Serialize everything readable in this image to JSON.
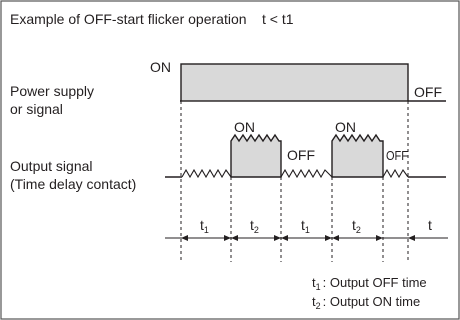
{
  "title": "Example of OFF-start flicker operation",
  "condition": "t < t1",
  "power": {
    "label_line1": "Power supply",
    "label_line2": "or signal",
    "on_label": "ON",
    "off_label": "OFF"
  },
  "output": {
    "label_line1": "Output signal",
    "label_line2": "(Time delay contact)",
    "on_label_1": "ON",
    "off_label_1": "OFF",
    "on_label_2": "ON",
    "off_label_2": "OFF"
  },
  "intervals": [
    {
      "base": "t",
      "sub": "1"
    },
    {
      "base": "t",
      "sub": "2"
    },
    {
      "base": "t",
      "sub": "1"
    },
    {
      "base": "t",
      "sub": "2"
    },
    {
      "base": "t",
      "sub": ""
    }
  ],
  "legend": [
    {
      "base": "t",
      "sub": "1",
      "text": ": Output OFF time"
    },
    {
      "base": "t",
      "sub": "2",
      "text": ": Output ON time"
    }
  ],
  "colors": {
    "fill": "#d9d9d9",
    "ink": "#231f20",
    "frame": "#555555"
  }
}
